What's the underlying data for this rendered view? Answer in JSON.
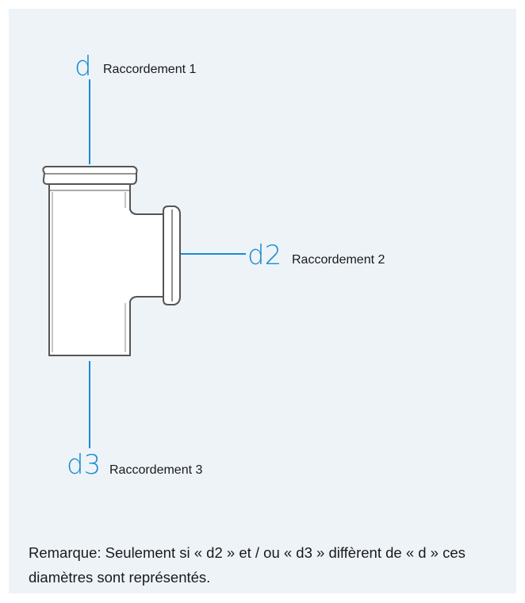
{
  "connections": [
    {
      "symbol": "d",
      "label": "Raccordement 1"
    },
    {
      "symbol": "d2",
      "label": "Raccordement 2"
    },
    {
      "symbol": "d3",
      "label": "Raccordement 3"
    }
  ],
  "remark": "Remarque: Seulement si « d2 » et / ou « d3 » diffèrent de « d » ces diamètres sont représentés.",
  "colors": {
    "background": "#eef3f8",
    "accent": "#1a8ccf",
    "pipe_outline": "#555555",
    "pipe_fill": "#ffffff",
    "text": "#1a1a1a"
  }
}
